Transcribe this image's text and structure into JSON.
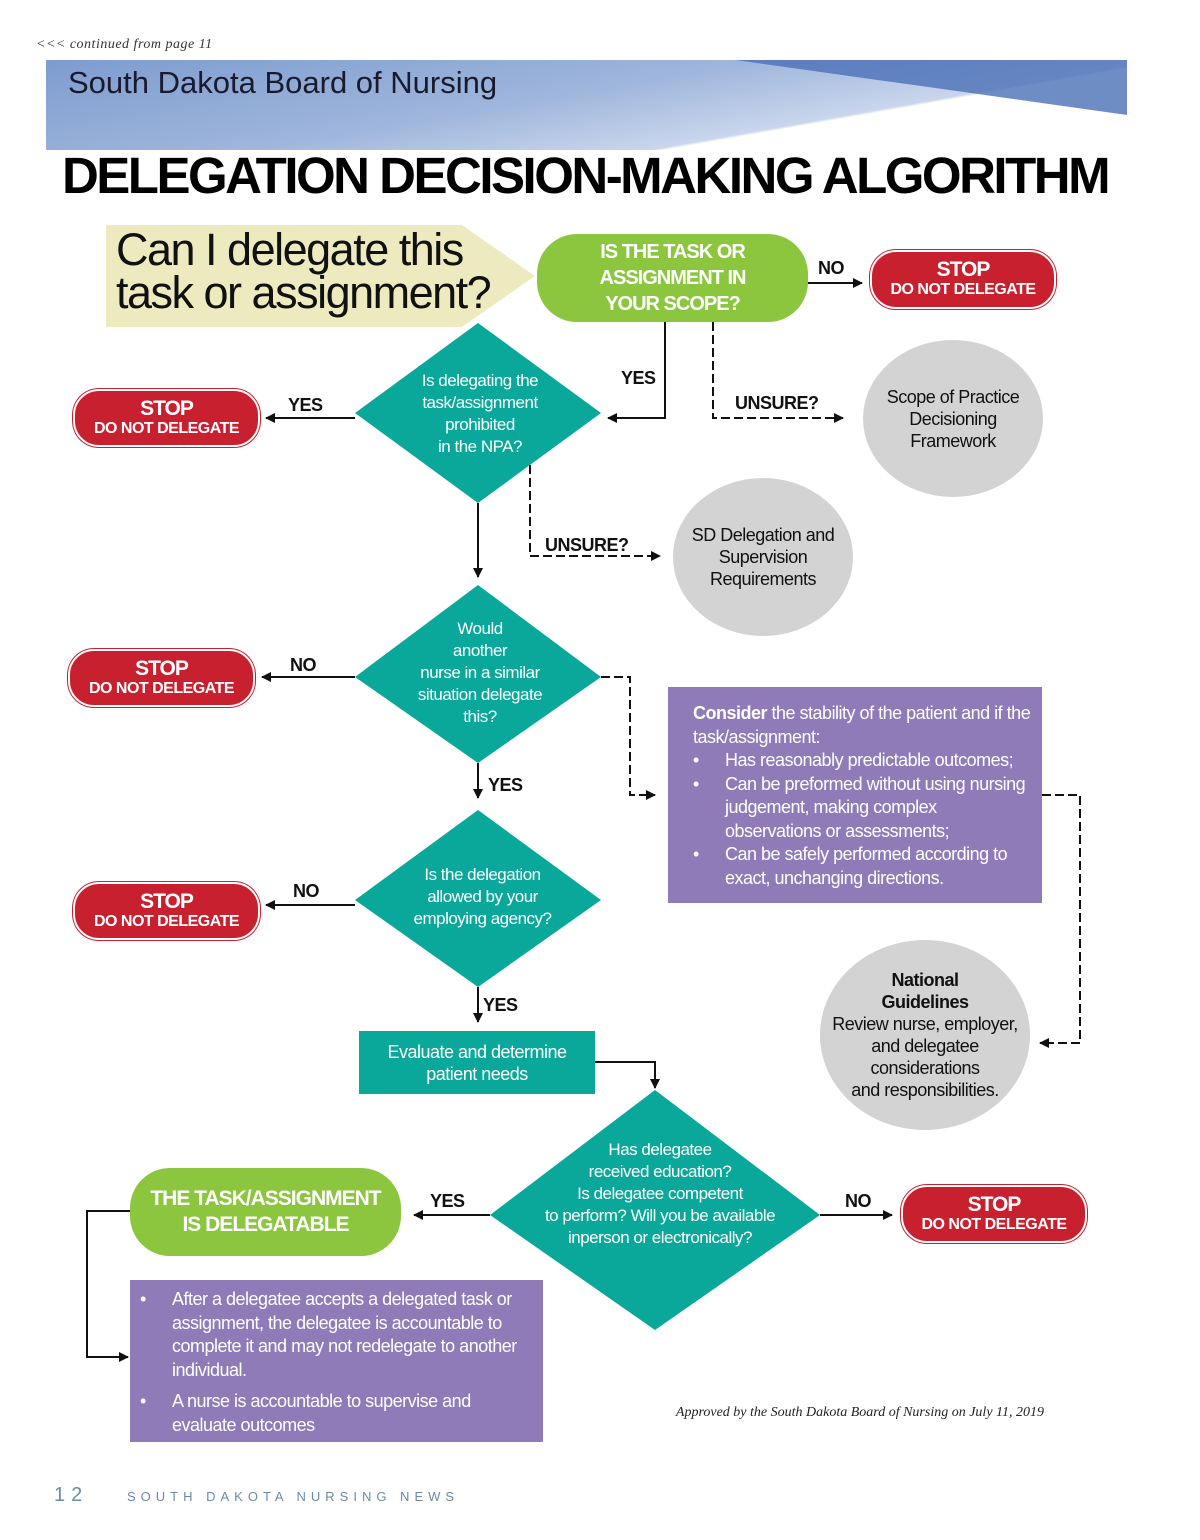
{
  "header": {
    "continued": "<<<  continued from page 11",
    "banner_title": "South Dakota Board of Nursing"
  },
  "title": "DELEGATION DECISION-MAKING ALGORITHM",
  "start": {
    "line1": "Can I delegate this",
    "line2": "task or assignment?"
  },
  "scope_question": [
    "IS THE TASK OR",
    "ASSIGNMENT IN",
    "YOUR SCOPE?"
  ],
  "stop": {
    "title": "STOP",
    "subtitle": "DO NOT DELEGATE"
  },
  "labels": {
    "yes": "YES",
    "no": "NO",
    "unsure": "UNSURE?"
  },
  "q_prohibited": [
    "Is delegating the",
    "task/assignment",
    "prohibited",
    "in the NPA?"
  ],
  "q_similar": [
    "Would",
    "another",
    "nurse in a similar",
    "situation delegate",
    "this?"
  ],
  "q_agency": [
    "Is the delegation",
    "allowed by your",
    "employing agency?"
  ],
  "q_delegatee": [
    "Has delegatee",
    "received education?",
    "Is delegatee competent",
    "to perform? Will you be available",
    "inperson or electronically?"
  ],
  "scope_framework": [
    "Scope of Practice",
    "Decisioning",
    "Framework"
  ],
  "sd_requirements": [
    "SD Delegation and",
    "Supervision",
    "Requirements"
  ],
  "national": {
    "bold1": "National",
    "bold2": "Guidelines",
    "lines": [
      "Review nurse, employer,",
      "and delegatee",
      "considerations",
      "and responsibilities."
    ]
  },
  "consider": {
    "bold": "Consider",
    "intro": " the stability of the patient and if the task/assignment:",
    "bullets": [
      "Has reasonably predictable outcomes;",
      "Can be preformed without using nursing judgement, making complex observations or assessments;",
      "Can be safely performed according to exact, unchanging directions."
    ]
  },
  "evaluate": [
    "Evaluate and determine",
    "patient needs"
  ],
  "delegatable": [
    "THE TASK/ASSIGNMENT",
    "IS DELEGATABLE"
  ],
  "accountability": [
    "After a delegatee accepts a delegated  task or assignment, the delegatee is accountable to complete it and may not redelegate to another individual.",
    "A nurse is accountable to supervise and evaluate outcomes"
  ],
  "approved": "Approved by the South Dakota Board of Nursing on July 11, 2019",
  "footer": {
    "page": "12",
    "publication": "SOUTH DAKOTA NURSING NEWS"
  },
  "colors": {
    "teal": "#0aa79b",
    "green": "#8cc63f",
    "red": "#c8202f",
    "gray": "#d3d3d3",
    "purple": "#8e7bb8",
    "cream": "#eeeac0"
  }
}
